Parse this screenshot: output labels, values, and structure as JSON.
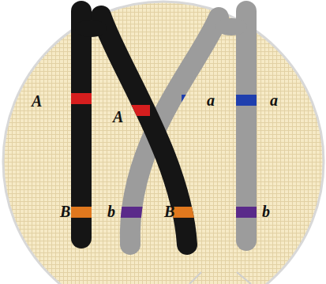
{
  "diagram": {
    "labels": [
      "A",
      "A",
      "a",
      "a",
      "B",
      "b",
      "B",
      "b"
    ]
  }
}
